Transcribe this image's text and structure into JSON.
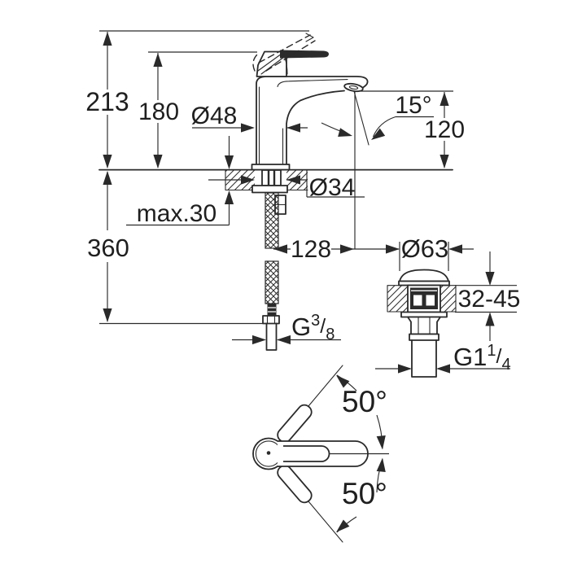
{
  "drawing": {
    "colors": {
      "line": "#2a2a2a",
      "background": "#ffffff"
    },
    "front_view": {
      "height_total": "213",
      "height_body": "180",
      "base_diameter": "Ø48",
      "spout_angle": "15°",
      "outlet_height": "120",
      "hole_diameter": "Ø34",
      "deck_thickness_max": "max.30",
      "hose_length": "360",
      "spout_reach": "128",
      "supply_connection": {
        "base": "G",
        "sup": "3",
        "slash": "/",
        "sub": "8"
      }
    },
    "waste_view": {
      "cap_diameter": "Ø63",
      "deck_thickness_range": "32-45",
      "drain_connection": {
        "base": "G1",
        "sup": "1",
        "slash": "/",
        "sub": "4"
      }
    },
    "top_view": {
      "swivel_upper": "50°",
      "swivel_lower": "50°"
    }
  }
}
